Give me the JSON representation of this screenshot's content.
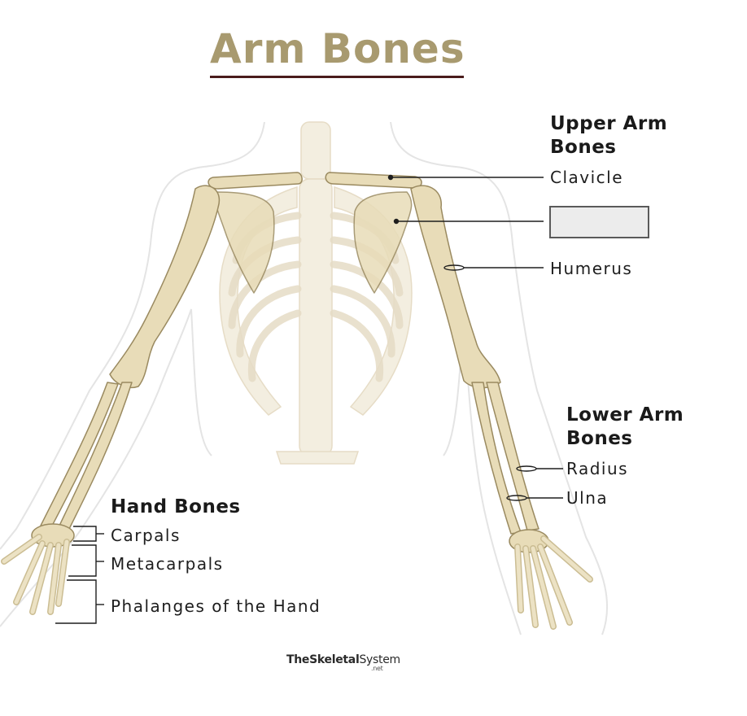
{
  "title": "Arm Bones",
  "colors": {
    "title": "#a89a6f",
    "title_underline": "#4a1c1c",
    "bone_fill": "#e8dcb8",
    "bone_outline": "#9a8a60",
    "torso_faded": "#f1ebdc",
    "body_outline": "#e6e6e6",
    "text": "#1e1e1e",
    "blank_box_fill": "#ececec"
  },
  "groups": {
    "upper_arm": {
      "heading_line1": "Upper Arm",
      "heading_line2": "Bones",
      "labels": {
        "clavicle": "Clavicle",
        "scapula_blank": "",
        "humerus": "Humerus"
      }
    },
    "lower_arm": {
      "heading_line1": "Lower Arm",
      "heading_line2": "Bones",
      "labels": {
        "radius": "Radius",
        "ulna": "Ulna"
      }
    },
    "hand": {
      "heading": "Hand Bones",
      "labels": {
        "carpals": "Carpals",
        "metacarpals": "Metacarpals",
        "phalanges": "Phalanges of the Hand"
      }
    }
  },
  "watermark": {
    "brand_bold": "TheSkeletal",
    "brand_regular": "System",
    "suffix": ".net"
  }
}
